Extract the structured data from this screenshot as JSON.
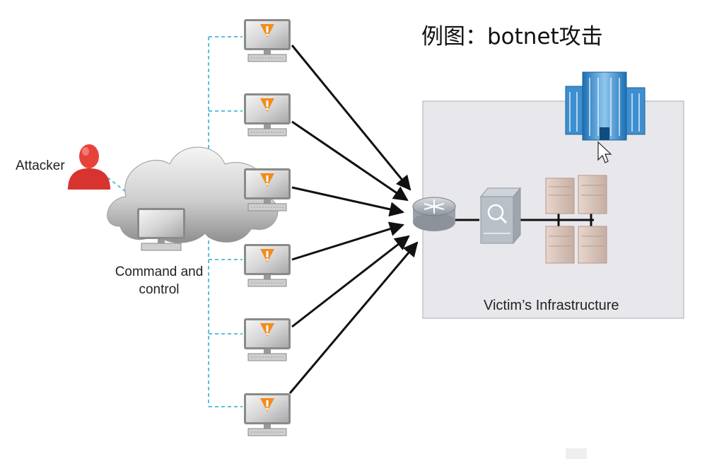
{
  "title": "例图：botnet攻击",
  "attacker": {
    "label": "Attacker"
  },
  "command_and_control": {
    "label": "Command and control"
  },
  "victim": {
    "label": "Victim’s Infrastructure"
  },
  "bots": {
    "count": 6
  },
  "colors": {
    "dashed_link": "#5bc0de",
    "attacker": "#e03a34",
    "warning": "#f28c1c",
    "victim_panel": "#e8e7ec",
    "arrow": "#111111"
  },
  "icons": [
    "person-icon",
    "cloud-icon",
    "monitor-icon",
    "warning-icon",
    "router-icon",
    "firewall-icon",
    "server-icon",
    "building-icon",
    "mouse-cursor-icon"
  ]
}
